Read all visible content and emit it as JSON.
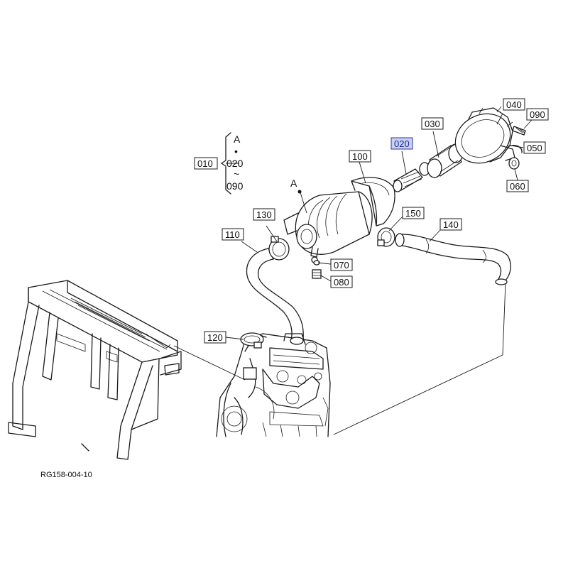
{
  "diagram": {
    "drawing_code": "RG158-004-10",
    "range_group": {
      "label": "010",
      "top": "A",
      "dot": "•",
      "from": "020",
      "tilde": "~",
      "to": "090"
    },
    "reference_marker": "A",
    "selected_color": "#c9d0f0",
    "parts": [
      {
        "id": "020",
        "label": "020",
        "selected": true
      },
      {
        "id": "030",
        "label": "030",
        "selected": false
      },
      {
        "id": "040",
        "label": "040",
        "selected": false
      },
      {
        "id": "050",
        "label": "050",
        "selected": false
      },
      {
        "id": "060",
        "label": "060",
        "selected": false
      },
      {
        "id": "070",
        "label": "070",
        "selected": false
      },
      {
        "id": "080",
        "label": "080",
        "selected": false
      },
      {
        "id": "090",
        "label": "090",
        "selected": false
      },
      {
        "id": "100",
        "label": "100",
        "selected": false
      },
      {
        "id": "110",
        "label": "110",
        "selected": false
      },
      {
        "id": "120",
        "label": "120",
        "selected": false
      },
      {
        "id": "130",
        "label": "130",
        "selected": false
      },
      {
        "id": "140",
        "label": "140",
        "selected": false
      },
      {
        "id": "150",
        "label": "150",
        "selected": false
      }
    ]
  }
}
